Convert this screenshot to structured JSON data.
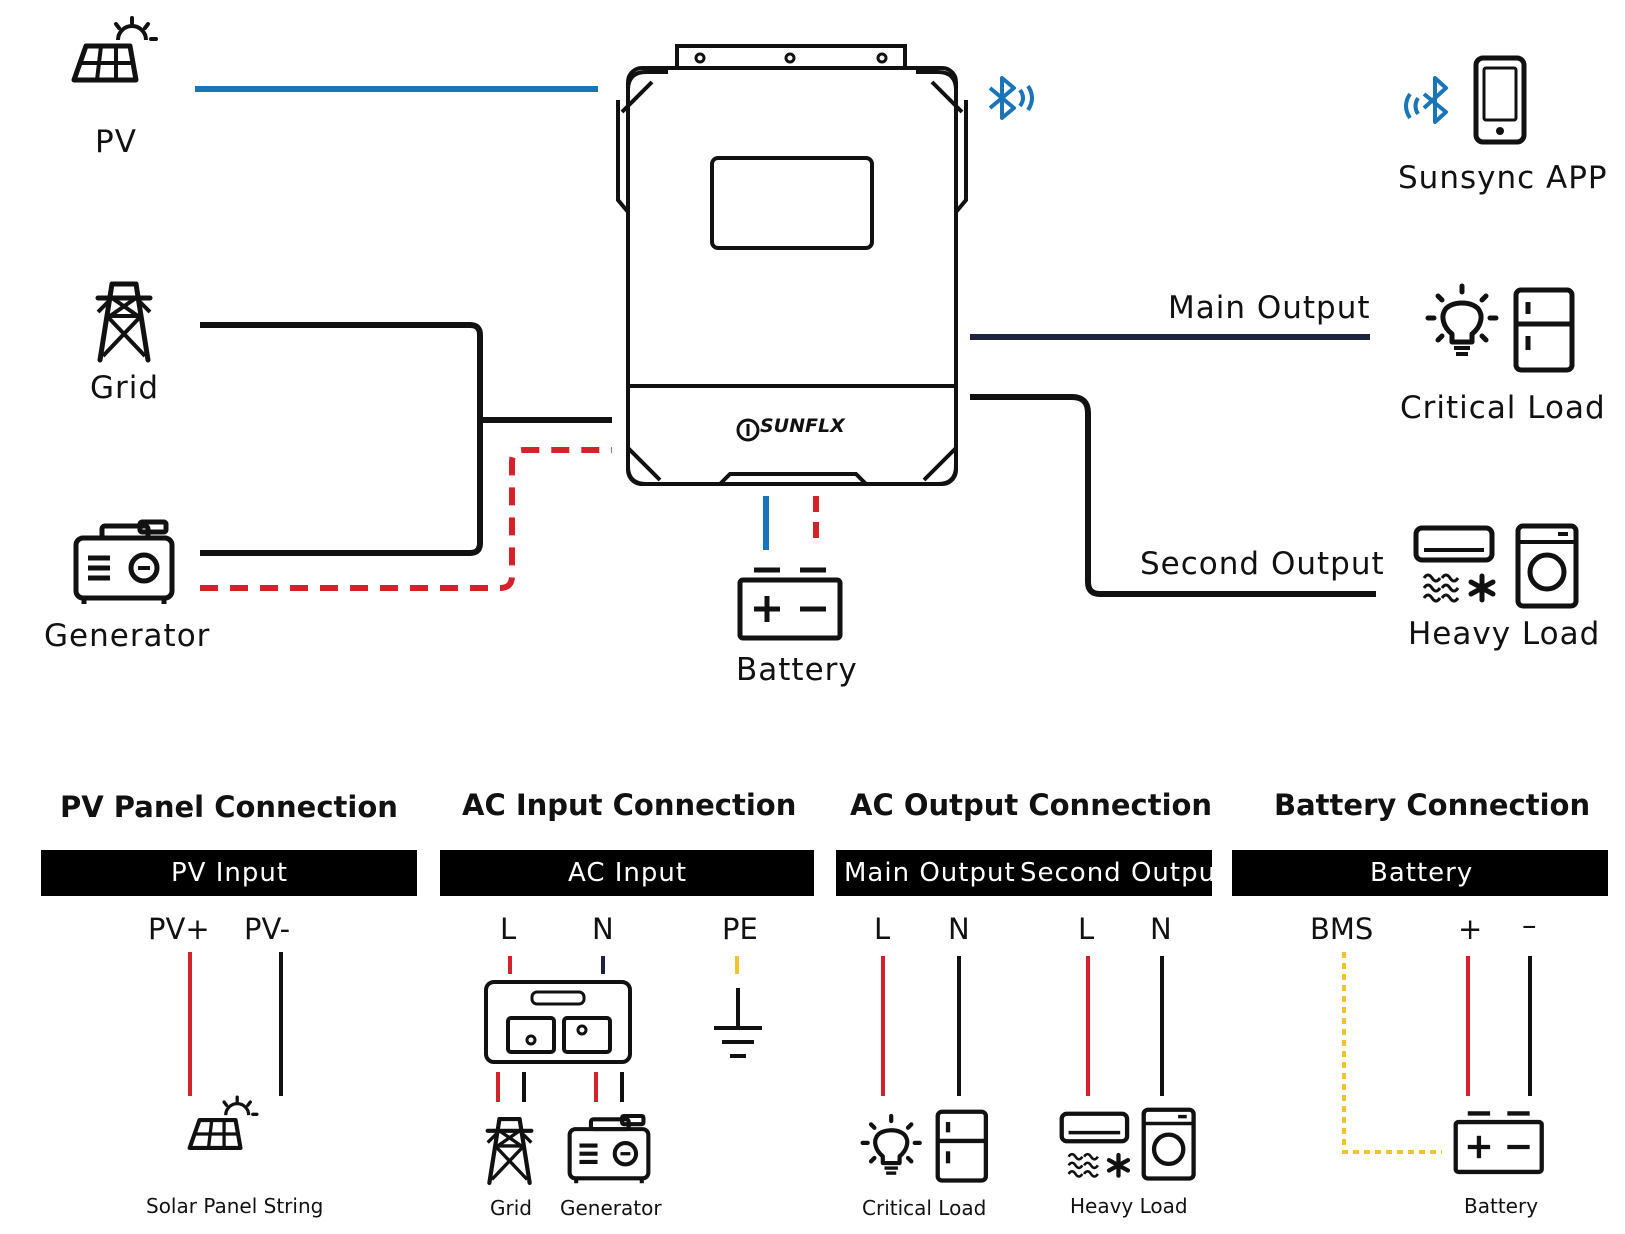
{
  "diagram": {
    "pv_label": "PV",
    "grid_label": "Grid",
    "generator_label": "Generator",
    "brand": "SUNFLX",
    "app_label": "Sunsync APP",
    "main_output_label": "Main Output",
    "critical_load_label": "Critical Load",
    "second_output_label": "Second Output",
    "heavy_load_label": "Heavy Load",
    "battery_label": "Battery"
  },
  "panels": {
    "pv": {
      "title": "PV Panel Connection",
      "bar": "PV Input",
      "terminals": [
        "PV+",
        "PV-"
      ],
      "caption": "Solar Panel String"
    },
    "ac_input": {
      "title": "AC Input Connection",
      "bar": "AC Input",
      "terminals": [
        "L",
        "N",
        "PE"
      ],
      "captions": [
        "Grid",
        "Generator"
      ]
    },
    "ac_output": {
      "title": "AC Output Connection",
      "bar_main": "Main Output",
      "bar_second": "Second Output",
      "terminals": [
        "L",
        "N",
        "L",
        "N"
      ],
      "captions": [
        "Critical Load",
        "Heavy Load"
      ]
    },
    "battery": {
      "title": "Battery Connection",
      "bar": "Battery",
      "terminals": [
        "BMS",
        "+",
        "–"
      ],
      "caption": "Battery"
    }
  },
  "colors": {
    "pv_line": "#1a74b8",
    "main_output_line": "#1c2340",
    "positive_wire": "#d6202a",
    "bms_wire": "#f2c230",
    "bluetooth": "#1a74b8",
    "black": "#111111"
  }
}
